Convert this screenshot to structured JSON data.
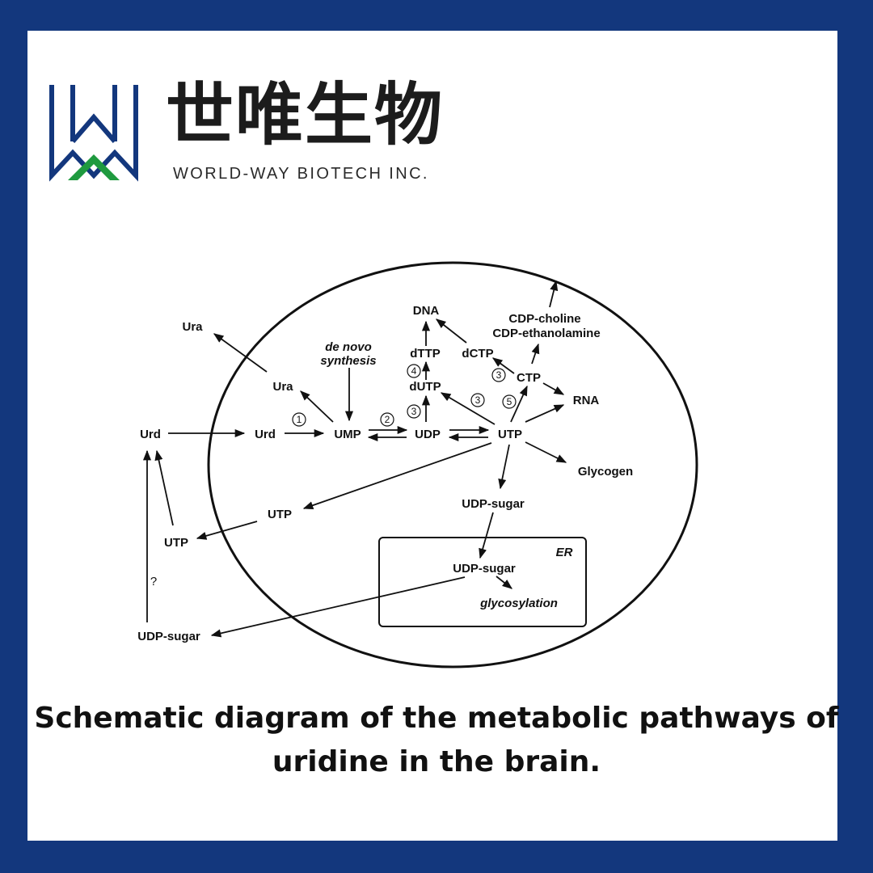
{
  "brand": {
    "name_cn": "世唯生物",
    "name_en": "WORLD-WAY BIOTECH INC.",
    "primary_color": "#13377d",
    "accent_color": "#1f9a3f"
  },
  "diagram": {
    "nodes": {
      "ura_out": "Ura",
      "ura_in": "Ura",
      "de_novo_1": "de novo",
      "de_novo_2": "synthesis",
      "urd_out": "Urd",
      "urd_in": "Urd",
      "ump": "UMP",
      "udp": "UDP",
      "utp": "UTP",
      "dna": "DNA",
      "dttp": "dTTP",
      "dutp": "dUTP",
      "dctp": "dCTP",
      "ctp": "CTP",
      "cdp_choline": "CDP-choline",
      "cdp_ethanolamine": "CDP-ethanolamine",
      "rna": "RNA",
      "glycogen": "Glycogen",
      "udp_sugar_cell": "UDP-sugar",
      "er": "ER",
      "udp_sugar_er": "UDP-sugar",
      "glycosylation": "glycosylation",
      "utp_border": "UTP",
      "utp_out": "UTP",
      "udp_sugar_out": "UDP-sugar",
      "question": "?"
    },
    "steps": [
      "1",
      "2",
      "3",
      "4",
      "3",
      "3",
      "5"
    ]
  },
  "caption": {
    "line1": "Schematic diagram of the metabolic pathways of",
    "line2": "uridine in the brain."
  }
}
